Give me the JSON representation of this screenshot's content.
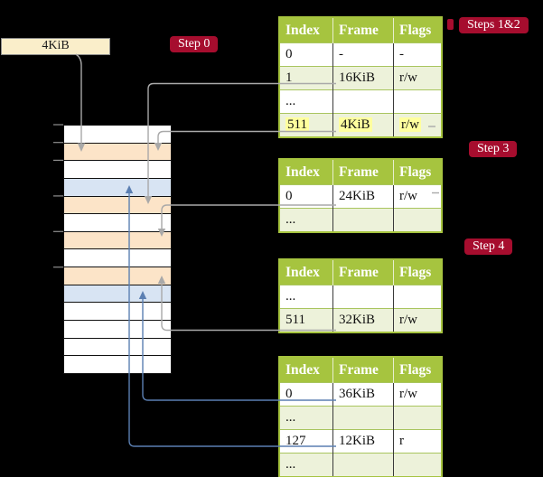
{
  "labels": {
    "frame_size": "4KiB"
  },
  "badges": [
    {
      "text": "Step 0"
    },
    {
      "text": "Steps 1&2"
    },
    {
      "text": "Step 3"
    },
    {
      "text": "Step 4"
    }
  ],
  "tables": [
    {
      "name": "page-table-step-1-2",
      "headers": [
        "Index",
        "Frame",
        "Flags"
      ],
      "rows": [
        {
          "cells": [
            "0",
            "-",
            "-"
          ],
          "shaded": false,
          "highlight": false
        },
        {
          "cells": [
            "1",
            "16KiB",
            "r/w"
          ],
          "shaded": true,
          "highlight": false
        },
        {
          "cells": [
            "...",
            "",
            ""
          ],
          "shaded": false,
          "highlight": false
        },
        {
          "cells": [
            "511",
            "4KiB",
            "r/w"
          ],
          "shaded": true,
          "highlight": true
        }
      ]
    },
    {
      "name": "page-table-step-3",
      "headers": [
        "Index",
        "Frame",
        "Flags"
      ],
      "rows": [
        {
          "cells": [
            "0",
            "24KiB",
            "r/w"
          ],
          "shaded": false,
          "highlight": false
        },
        {
          "cells": [
            "...",
            "",
            ""
          ],
          "shaded": true,
          "highlight": false
        }
      ]
    },
    {
      "name": "page-table-step-4",
      "headers": [
        "Index",
        "Frame",
        "Flags"
      ],
      "rows": [
        {
          "cells": [
            "...",
            "",
            ""
          ],
          "shaded": false,
          "highlight": false
        },
        {
          "cells": [
            "511",
            "32KiB",
            "r/w"
          ],
          "shaded": true,
          "highlight": false
        }
      ]
    },
    {
      "name": "page-table-last-level",
      "headers": [
        "Index",
        "Frame",
        "Flags"
      ],
      "rows": [
        {
          "cells": [
            "0",
            "36KiB",
            "r/w"
          ],
          "shaded": false,
          "highlight": false
        },
        {
          "cells": [
            "...",
            "",
            ""
          ],
          "shaded": true,
          "highlight": false
        },
        {
          "cells": [
            "127",
            "12KiB",
            "r"
          ],
          "shaded": false,
          "highlight": false
        },
        {
          "cells": [
            "...",
            "",
            ""
          ],
          "shaded": true,
          "highlight": false
        }
      ]
    }
  ],
  "memory": {
    "rows": [
      "free",
      "pagetable",
      "free",
      "page",
      "pagetable",
      "free",
      "pagetable",
      "free",
      "pagetable",
      "page",
      "free",
      "free",
      "free",
      "free"
    ]
  },
  "colors": {
    "crimson": "#a60d2e",
    "thead": "#a6c43f",
    "shade": "#edf2da",
    "rowsep": "#a9c55f",
    "orange": "#fce4c8",
    "blue": "#d8e4f3",
    "cream": "#faeeca",
    "hl": "#ffff9e",
    "grayline": "#a9a9a9",
    "blueline": "#5b7fb2"
  }
}
